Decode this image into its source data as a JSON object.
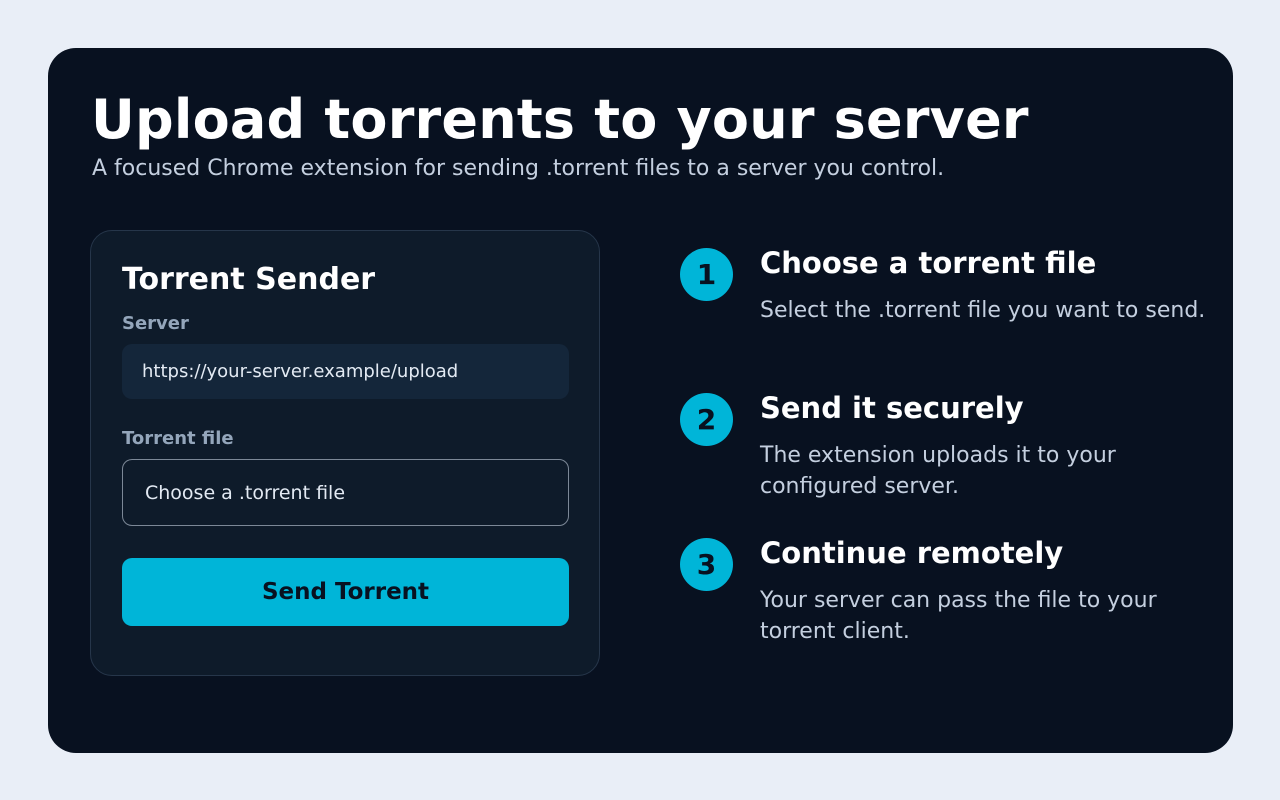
{
  "hero": {
    "title": "Upload torrents to your server",
    "subtitle": "A focused Chrome extension for sending .torrent files to a server you control."
  },
  "panel": {
    "title": "Torrent Sender",
    "server_label": "Server",
    "server_value": "https://your-server.example/upload",
    "file_label": "Torrent file",
    "file_button": "Choose a .torrent file",
    "send_button": "Send Torrent"
  },
  "steps": [
    {
      "number": "1",
      "title": "Choose a torrent file",
      "description": "Select the .torrent file you want to send."
    },
    {
      "number": "2",
      "title": "Send it securely",
      "description": "The extension uploads it to your configured server."
    },
    {
      "number": "3",
      "title": "Continue remotely",
      "description": "Your server can pass the file to your torrent client."
    }
  ],
  "colors": {
    "page_background": "#e9eef7",
    "card_background": "#081120",
    "panel_background": "#0e1b2a",
    "accent": "#00b5d8",
    "text_primary": "#ffffff",
    "text_muted": "#c4cfdf"
  }
}
